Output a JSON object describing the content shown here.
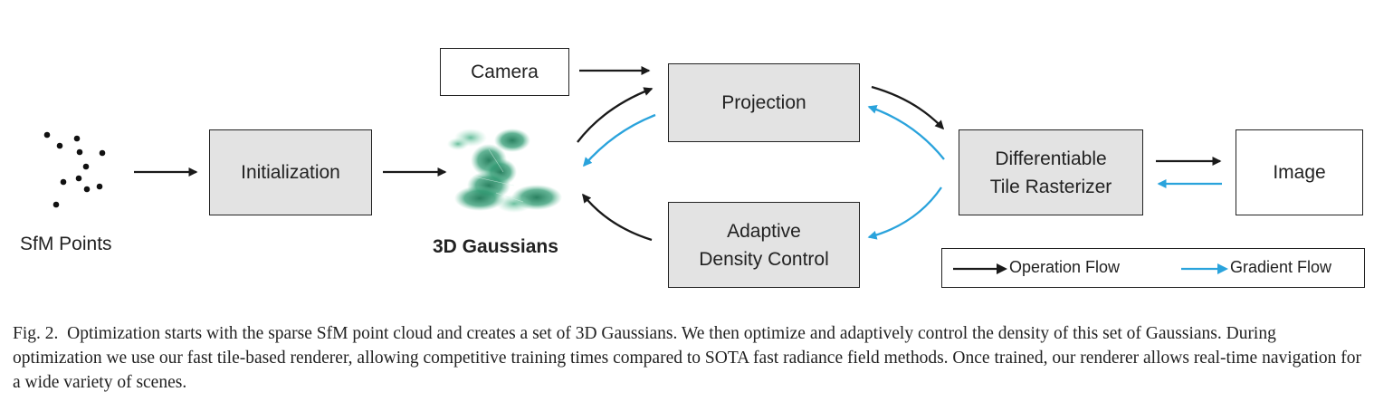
{
  "diagram": {
    "sfm_label": "SfM Points",
    "initialization_label": "Initialization",
    "gaussians_label": "3D Gaussians",
    "camera_label": "Camera",
    "projection_label": "Projection",
    "density_line1": "Adaptive",
    "density_line2": "Density Control",
    "rasterizer_line1": "Differentiable",
    "rasterizer_line2": "Tile Rasterizer",
    "image_label": "Image",
    "legend": {
      "operation_label": "Operation Flow",
      "gradient_label": "Gradient Flow"
    },
    "colors": {
      "operation_arrow": "#1a1a1a",
      "gradient_arrow": "#2aa3dc",
      "box_fill": "#e3e3e3",
      "gaussian_green": "#2f8f6a"
    }
  },
  "caption": {
    "prefix": "Fig. 2.",
    "text": "Optimization starts with the sparse SfM point cloud and creates a set of 3D Gaussians. We then optimize and adaptively control the density of this set of Gaussians. During optimization we use our fast tile-based renderer, allowing competitive training times compared to SOTA fast radiance field methods. Once trained, our renderer allows real-time navigation for a wide variety of scenes."
  }
}
